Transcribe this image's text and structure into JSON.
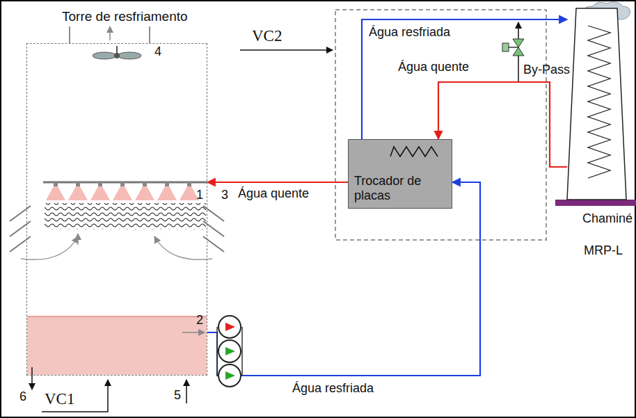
{
  "diagram": {
    "nodes": [
      {
        "text": [
          "Torre de resfriamento"
        ]
      },
      {
        "text": [
          "Trocador de placas"
        ]
      },
      {
        "text": [
          "Chaminé",
          "MRP-L"
        ]
      }
    ],
    "edges": [
      {
        "from": 1,
        "to": 0,
        "arrow": "to",
        "label": "Água quente"
      },
      {
        "from": 0,
        "to": 1,
        "arrow": "to",
        "label": "Água resfriada"
      },
      {
        "from": 1,
        "to": 2,
        "arrow": "to",
        "label": "Água resfriada"
      },
      {
        "from": 2,
        "to": 1,
        "arrow": "to",
        "label": "Água quente"
      }
    ],
    "labels": [
      "4",
      "1",
      "3",
      "2",
      "6",
      "VC1",
      "5",
      "VC2",
      "By-Pass"
    ]
  }
}
